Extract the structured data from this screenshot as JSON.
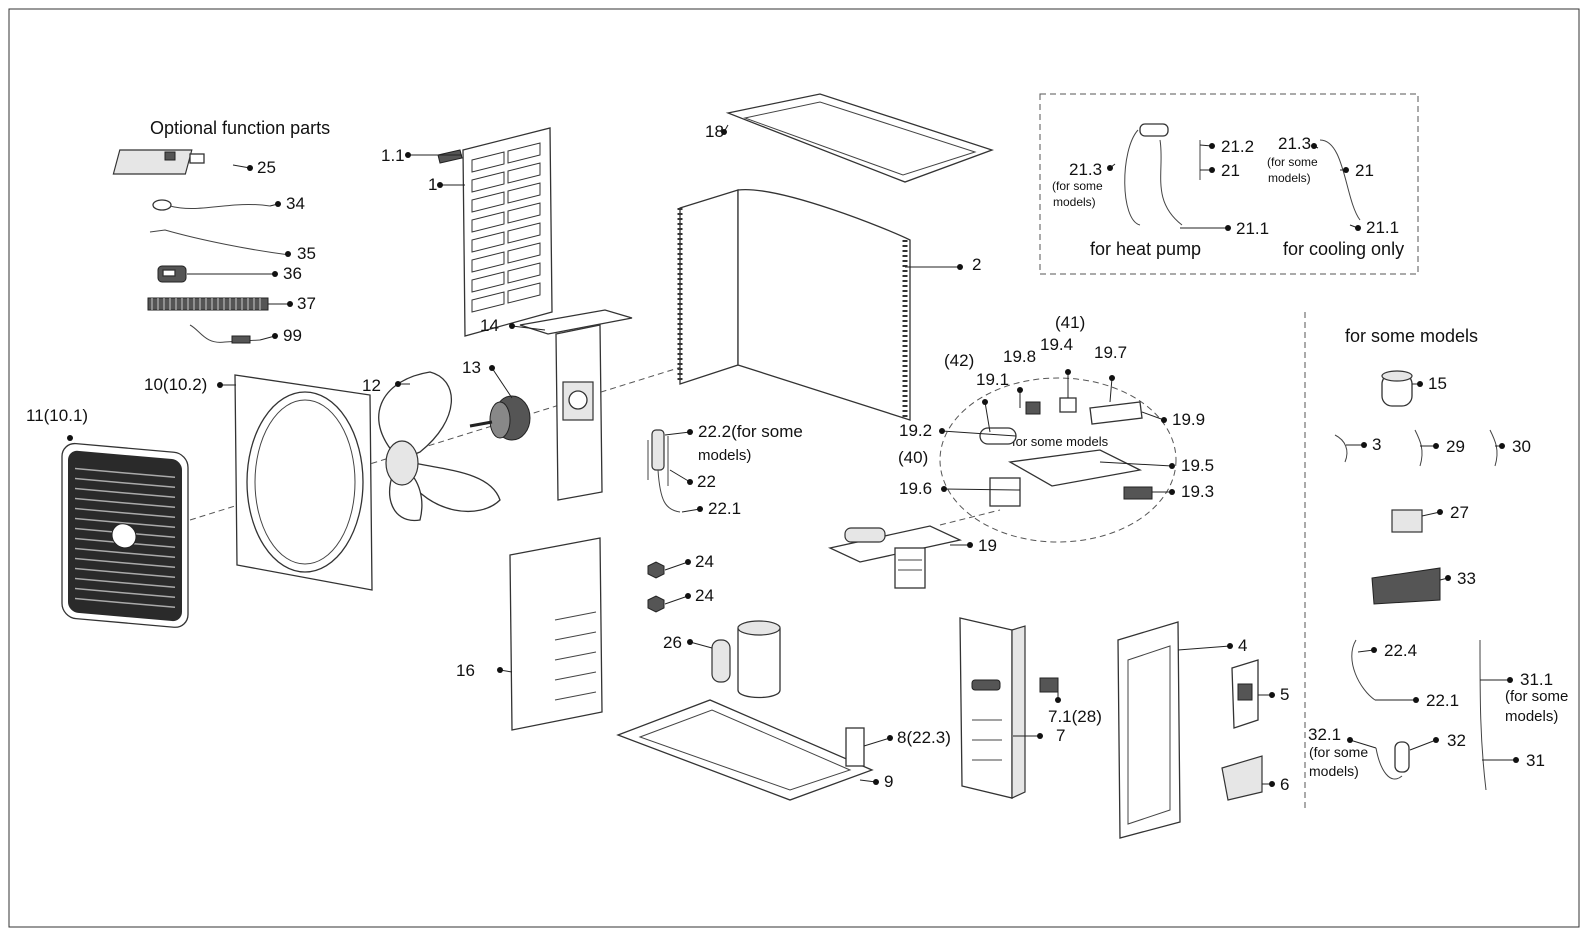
{
  "headings": {
    "optional": "Optional function parts",
    "some_models": "for some models",
    "heat_pump": "for heat pump",
    "cooling_only": "for cooling only",
    "control_some_models": "for some models"
  },
  "labels": {
    "p1_1": "1.1",
    "p1": "1",
    "p18": "18",
    "p2": "2",
    "p25": "25",
    "p34": "34",
    "p35": "35",
    "p36": "36",
    "p37": "37",
    "p99": "99",
    "p14": "14",
    "p10": "10(10.2)",
    "p11": "11(10.1)",
    "p12": "12",
    "p13": "13",
    "p22_2": "22.2(for some",
    "p22_2b": "models)",
    "p22": "22",
    "p22_1": "22.1",
    "p24a": "24",
    "p24b": "24",
    "p26": "26",
    "p16": "16",
    "p8": "8(22.3)",
    "p9": "9",
    "p7_1": "7.1(28)",
    "p7": "7",
    "p4": "4",
    "p5": "5",
    "p6": "6",
    "p41": "(41)",
    "p42": "(42)",
    "p40": "(40)",
    "p19_8": "19.8",
    "p19_4": "19.4",
    "p19_7": "19.7",
    "p19_1": "19.1",
    "p19_2": "19.2",
    "p19_9": "19.9",
    "p19_5": "19.5",
    "p19_6": "19.6",
    "p19_3": "19.3",
    "p19": "19",
    "hp21_2": "21.2",
    "hp21_3": "21.3",
    "hp21_3a": "(for some",
    "hp21_3b": "models)",
    "hp21": "21",
    "hp21_1": "21.1",
    "co21_3": "21.3",
    "co21_3a": "(for some",
    "co21_3b": "models)",
    "co21": "21",
    "co21_1": "21.1",
    "s15": "15",
    "s3": "3",
    "s29": "29",
    "s30": "30",
    "s27": "27",
    "s33": "33",
    "s22_4": "22.4",
    "s22_1": "22.1",
    "s31_1": "31.1",
    "s31_1a": "(for some",
    "s31_1b": "models)",
    "s32_1": "32.1",
    "s32_1a": "(for some",
    "s32_1b": "models)",
    "s32": "32",
    "s31": "31"
  },
  "icons": [
    "fan-grille-icon",
    "fan-blade-icon",
    "motor-icon",
    "compressor-icon",
    "capacitor-icon",
    "valve-icon"
  ]
}
